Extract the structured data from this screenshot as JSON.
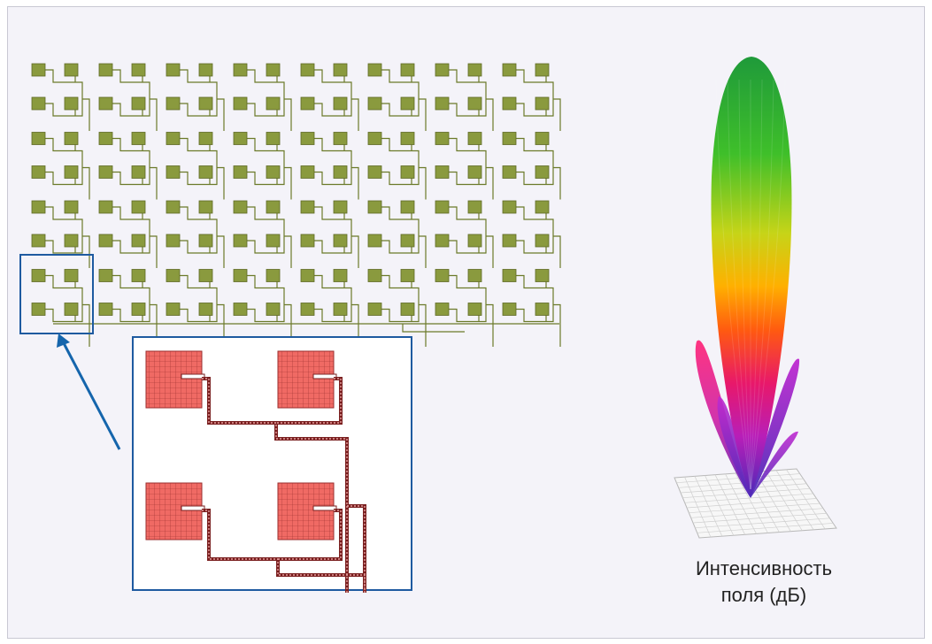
{
  "caption": {
    "line1": "Интенсивность",
    "line2": "поля (дБ)"
  },
  "colors": {
    "background": "#f4f3f9",
    "patch": "#8a9a3e",
    "patch_border": "#5e6a25",
    "feed": "#6b7a2a",
    "highlight_box": "#1e5aa0",
    "arrow": "#1565ac",
    "inset_patch": "#f06a64",
    "inset_patch_grid": "#9a2e2e",
    "inset_feed": "#7a2020",
    "footprint": "#b8b8b8"
  },
  "array": {
    "subarray_columns": 8,
    "subarray_rows": 4,
    "elements_per_subarray": 4
  },
  "radiation_pattern": {
    "main_lobe": "green-yellow-red-magenta gradient",
    "side_lobes": 4
  }
}
